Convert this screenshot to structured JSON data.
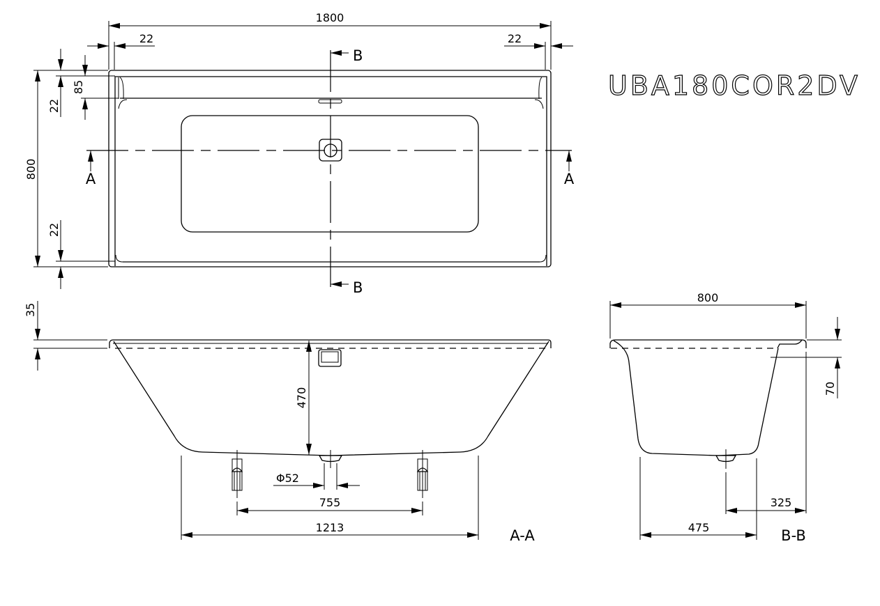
{
  "model_code": "UBA180COR2DV",
  "plan_view": {
    "overall_length": "1800",
    "overall_width": "800",
    "rim_left": "22",
    "rim_right": "22",
    "rim_top": "22",
    "rim_bottom": "22",
    "ledge_depth": "85",
    "section_a_label_left": "A",
    "section_a_label_right": "A",
    "section_b_label_top": "B",
    "section_b_label_bottom": "B"
  },
  "section_a_a": {
    "title": "A-A",
    "rim_height": "35",
    "depth": "470",
    "drain_diameter": "Φ52",
    "foot_spacing": "755",
    "bottom_length": "1213"
  },
  "section_b_b": {
    "title": "B-B",
    "width": "800",
    "ledge_drop": "70",
    "drain_offset": "325",
    "bottom_width": "475"
  }
}
